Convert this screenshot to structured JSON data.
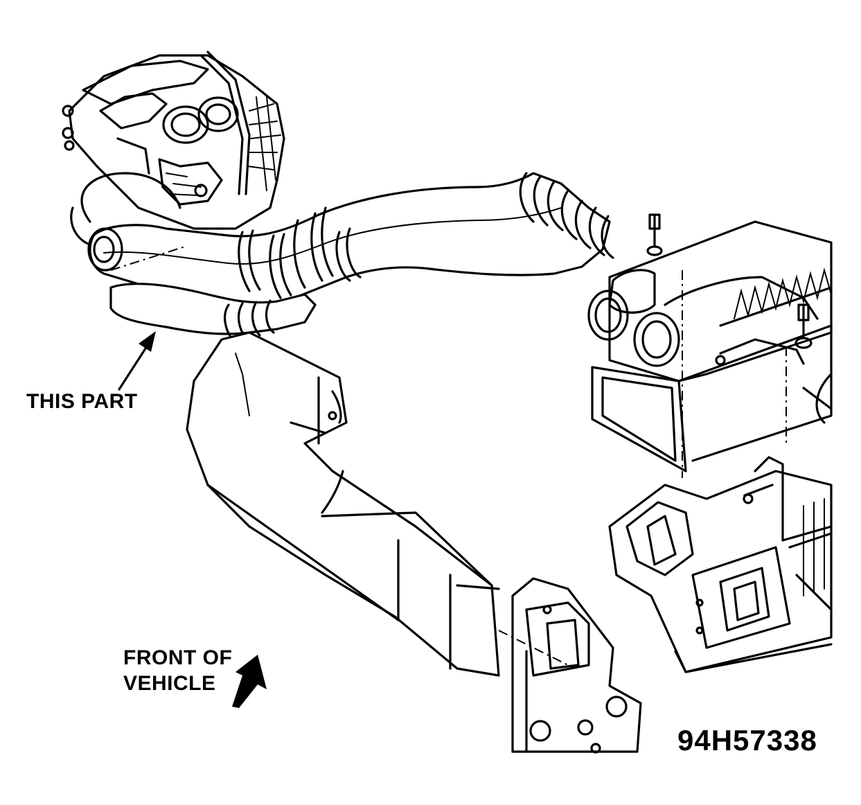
{
  "labels": {
    "this_part": "THIS PART",
    "front_line1": "FRONT OF",
    "front_line2": "VEHICLE",
    "figure_id": "94H57338"
  },
  "icons": {
    "part_pointer": "arrow-pointer-icon",
    "front_direction": "direction-arrow-icon"
  },
  "colors": {
    "line": "#000000",
    "background": "#ffffff"
  }
}
